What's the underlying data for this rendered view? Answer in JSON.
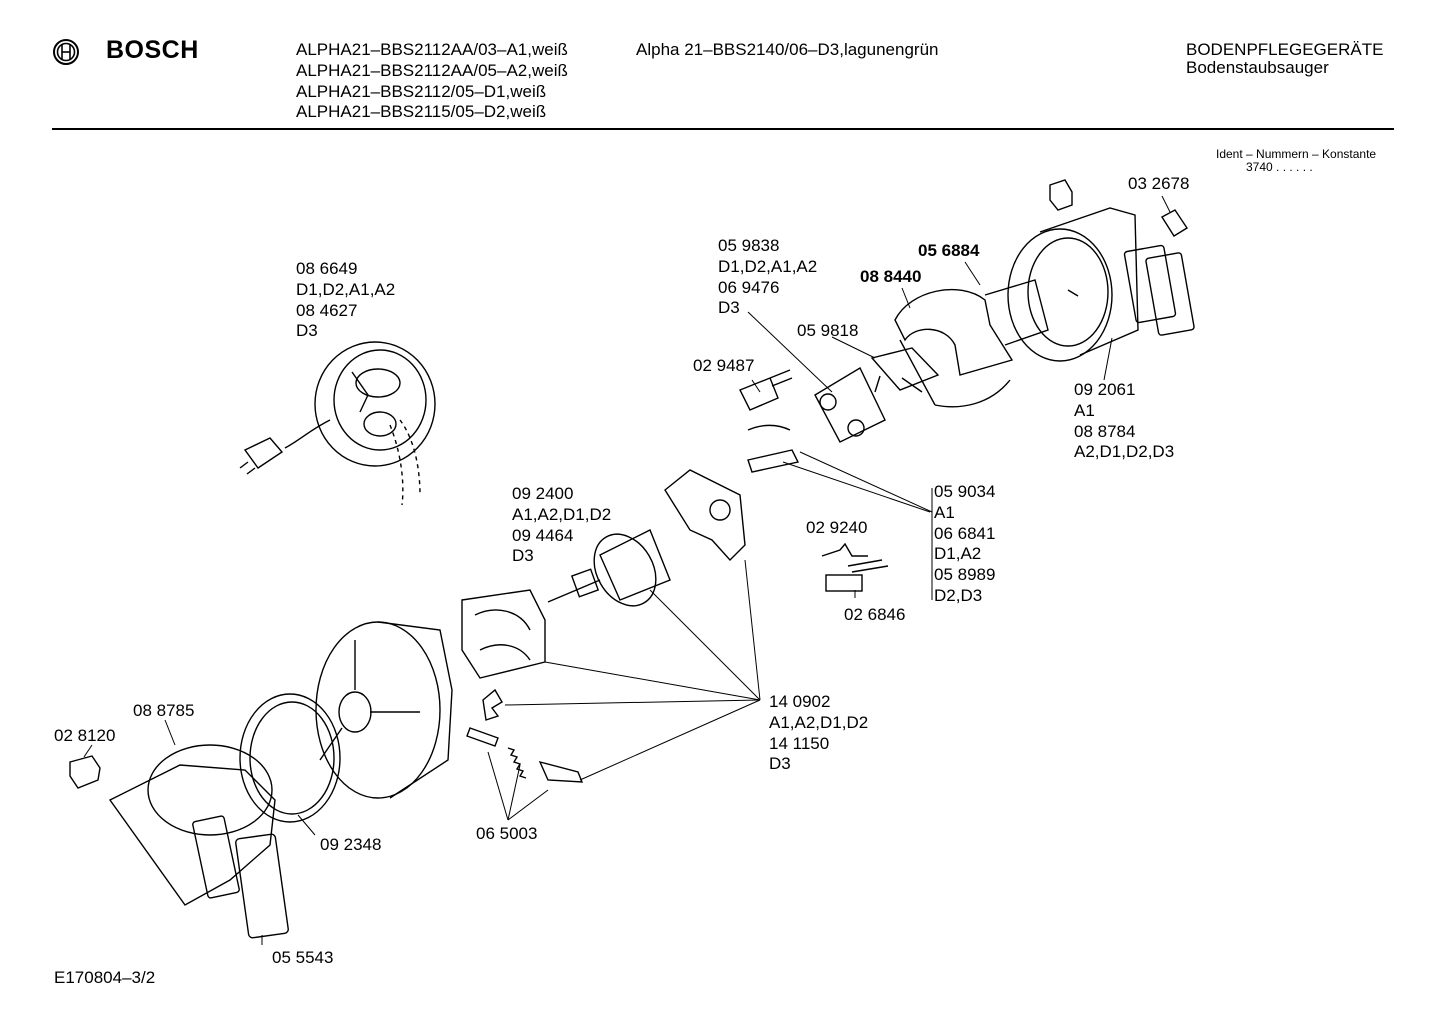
{
  "header": {
    "brand": "BOSCH",
    "models_col1": "ALPHA21–BBS2112AA/03–A1,weiß\nALPHA21–BBS2112AA/05–A2,weiß\nALPHA21–BBS2112/05–D1,weiß\nALPHA21–BBS2115/05–D2,weiß",
    "models_col2": "Alpha 21–BBS2140/06–D3,lagunengrün",
    "category": "BODENPFLEGEGERÄTE",
    "subcategory": "Bodenstaubsauger"
  },
  "ident": {
    "title": "Ident – Nummern – Konstante",
    "value": "3740  . .    . . . ."
  },
  "labels": {
    "cord_reel": "08 6649\nD1,D2,A1,A2\n08 4627\nD3",
    "pcb_group": "05 9838\nD1,D2,A1,A2\n06 9476\nD3",
    "p056884": "05 6884",
    "p088440": "08 8440",
    "p032678": "03 2678",
    "p059818": "05 9818",
    "p029487": "02 9487",
    "housing_rear": "09 2061\nA1\n08 8784\nA2,D1,D2,D3",
    "armature": "09 2400\nA1,A2,D1,D2\n09 4464\nD3",
    "suppressor": "05 9034\nA1\n06 6841\nD1,A2\n05 8989\nD2,D3",
    "p029240": "02 9240",
    "p026846": "02 6846",
    "motor_parts": "14 0902\nA1,A2,D1,D2\n14 1150\nD3",
    "p088785": "08 8785",
    "p028120": "02 8120",
    "p092348": "09 2348",
    "p065003": "06 5003",
    "p055543": "05 5543"
  },
  "footer": {
    "drawing_id": "E170804–3/2"
  }
}
